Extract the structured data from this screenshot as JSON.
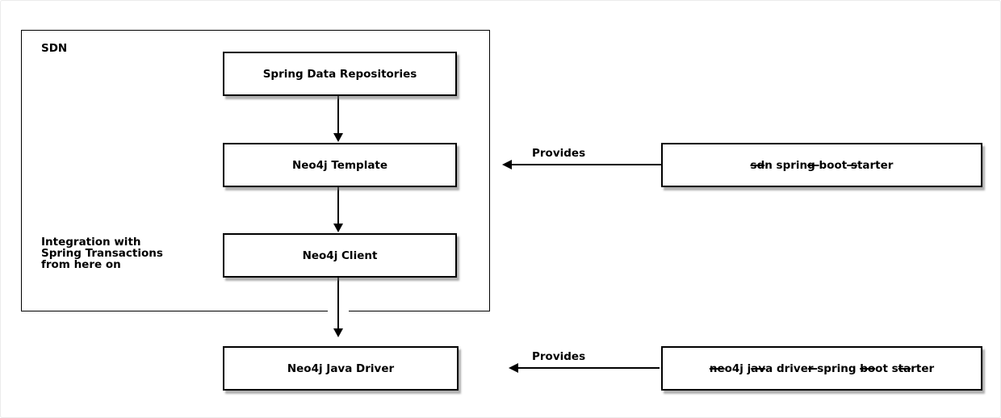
{
  "diagram": {
    "colors": {
      "line": "#000000",
      "node_fill": "#ffffff",
      "node_border": "#000000",
      "shadow": "#6e6e6e",
      "background": "#ffffff"
    },
    "sdn_group": {
      "label": "SDN",
      "note_lines": [
        "Integration with",
        "Spring Transactions",
        "from here on"
      ],
      "nodes": [
        {
          "label": "Spring Data Repositories"
        },
        {
          "label": "Neo4j Template"
        },
        {
          "label": "Neo4j Client"
        }
      ]
    },
    "driver_node": {
      "label": "Neo4j Java Driver"
    },
    "starter_nodes": [
      {
        "text": "sdn spring boot starter",
        "parts": [
          {
            "t": "sd",
            "strike": true
          },
          {
            "t": "n sprin",
            "strike": false
          },
          {
            "t": "g ",
            "strike": true
          },
          {
            "t": "boot",
            "strike": false
          },
          {
            "t": " s",
            "strike": true
          },
          {
            "t": "tarter",
            "strike": false
          }
        ]
      },
      {
        "text": "neo4j java driver spring boot starter",
        "parts": [
          {
            "t": "ne",
            "strike": true
          },
          {
            "t": "o4j j",
            "strike": false
          },
          {
            "t": "av",
            "strike": true
          },
          {
            "t": "a drive",
            "strike": false
          },
          {
            "t": "r ",
            "strike": true
          },
          {
            "t": "spring ",
            "strike": false
          },
          {
            "t": "bo",
            "strike": true
          },
          {
            "t": "ot s",
            "strike": false
          },
          {
            "t": "ta",
            "strike": true
          },
          {
            "t": "rter",
            "strike": false
          }
        ]
      }
    ],
    "edges": {
      "provides_label_1": "Provides",
      "provides_label_2": "Provides"
    }
  }
}
